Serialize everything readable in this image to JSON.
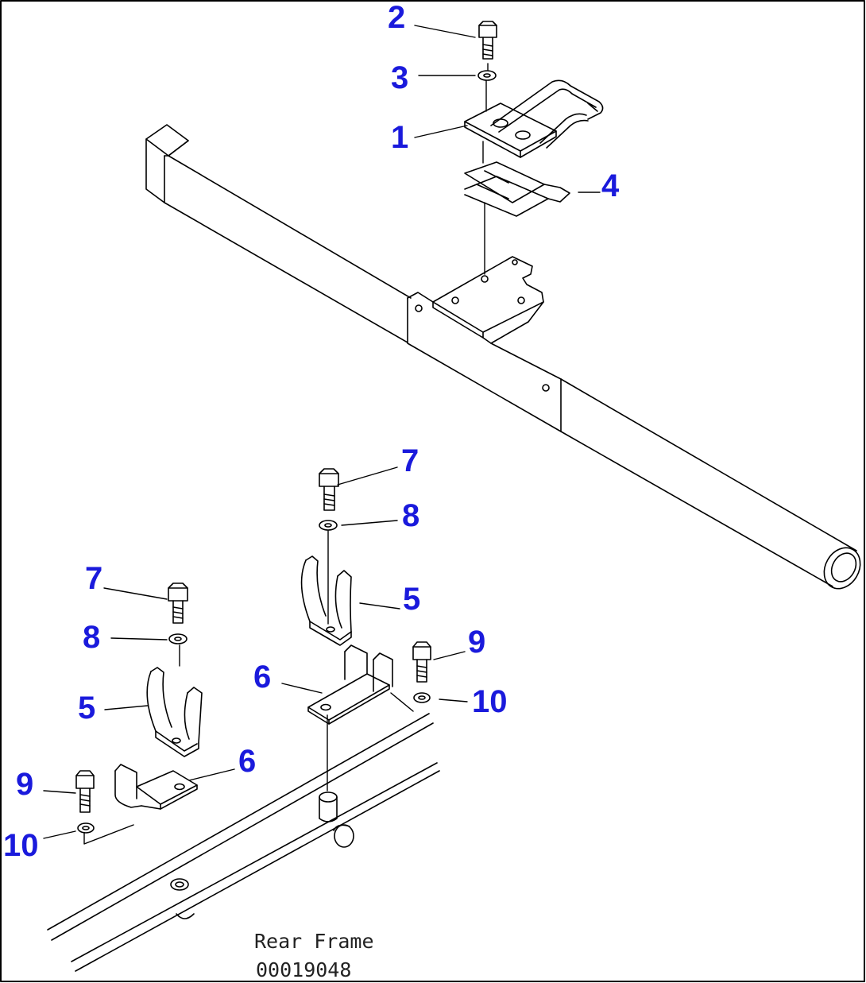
{
  "diagram": {
    "callouts": {
      "c1": "1",
      "c2": "2",
      "c3": "3",
      "c4": "4",
      "c5a": "5",
      "c5b": "5",
      "c6a": "6",
      "c6b": "6",
      "c7a": "7",
      "c7b": "7",
      "c8a": "8",
      "c8b": "8",
      "c9a": "9",
      "c9b": "9",
      "c10a": "10",
      "c10b": "10"
    },
    "frame_label": "Rear Frame",
    "drawing_number": "00019048",
    "colors": {
      "callout": "#1a1adc",
      "line": "#000000",
      "border": "#000000"
    }
  }
}
